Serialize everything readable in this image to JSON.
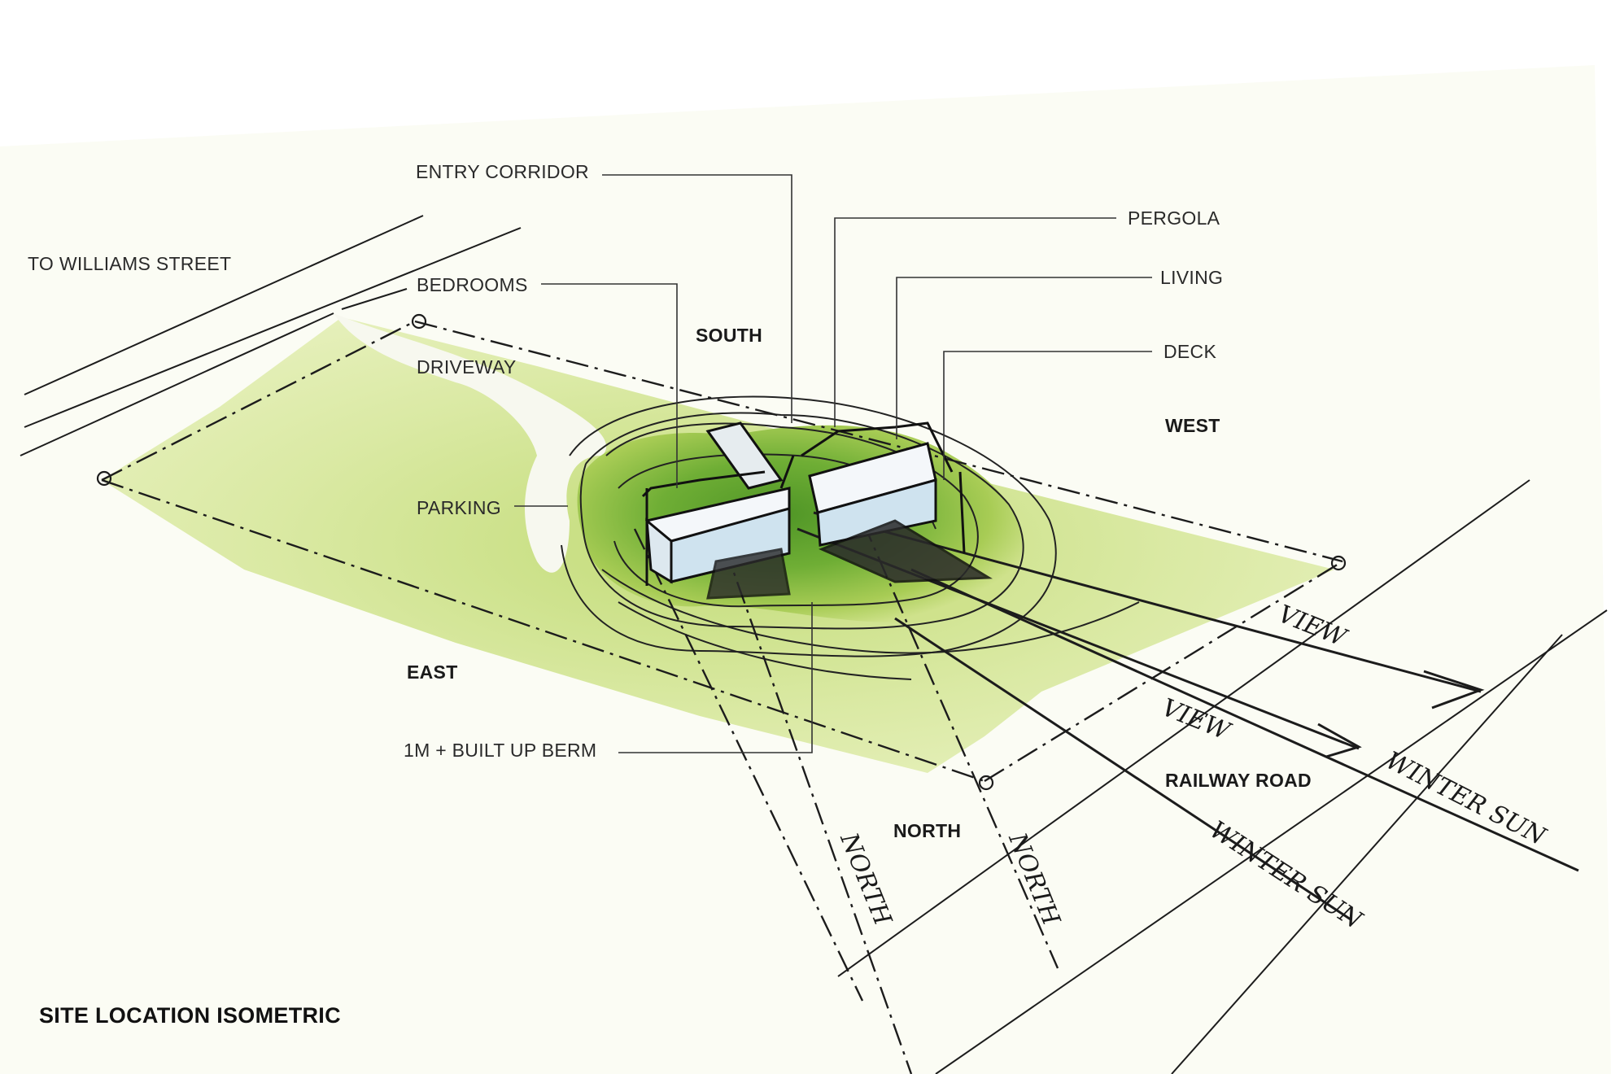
{
  "title": "SITE LOCATION ISOMETRIC",
  "labels": {
    "entry_corridor": "ENTRY CORRIDOR",
    "pergola": "PERGOLA",
    "living": "LIVING",
    "deck": "DECK",
    "bedrooms": "BEDROOMS",
    "driveway": "DRIVEWAY",
    "parking": "PARKING",
    "berm": "1M + BUILT UP BERM",
    "to_williams": "TO WILLIAMS STREET",
    "railway_road": "RAILWAY ROAD"
  },
  "compass": {
    "south": "SOUTH",
    "west": "WEST",
    "east": "EAST",
    "north": "NORTH"
  },
  "handwritten": {
    "view_1": "VIEW",
    "view_2": "VIEW",
    "winter_sun_1": "WINTER SUN",
    "winter_sun_2": "WINTER SUN",
    "north_1": "NORTH",
    "north_2": "NORTH"
  },
  "colors": {
    "paper": "#fbfcf4",
    "grass_light": "#d8e6a0",
    "grass_mid": "#b6d35a",
    "grass_dark": "#5d9a2a",
    "glazing": "#cfe3ef",
    "ink": "#1c1c1c"
  }
}
